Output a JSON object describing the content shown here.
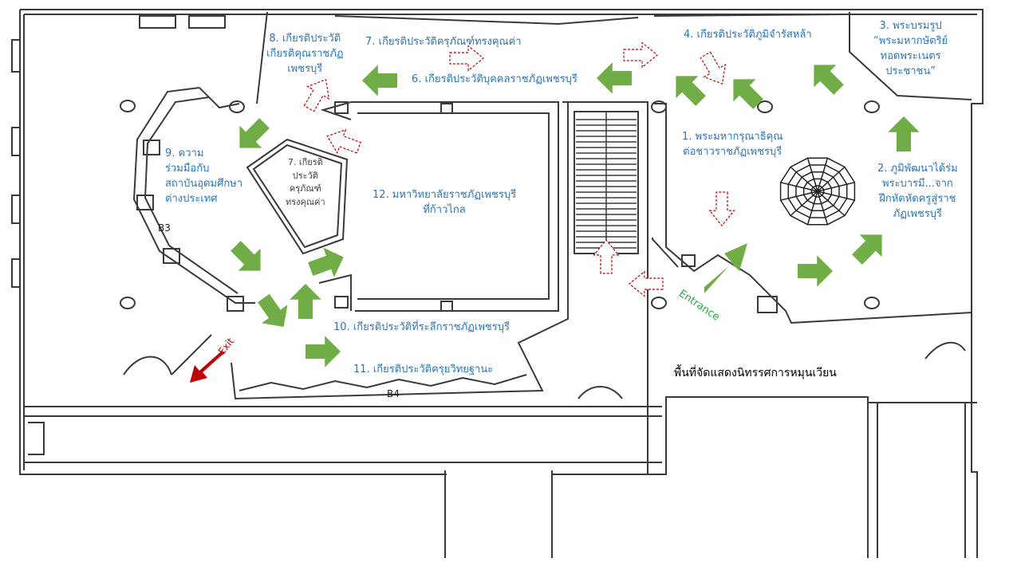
{
  "labels": {
    "z1": [
      "1. พระมหากรุณาธิคุณ",
      "ต่อชาวราชภัฏเพชรบุรี"
    ],
    "z2": [
      "2. ภูมิพัฒนาได้ร่ม",
      "พระบารมี...จาก",
      "ฝึกหัดหัดครูสู่ราช",
      "ภัฏเพชรบุรี"
    ],
    "z3": [
      "3. พระบรมรูป",
      "“พระมหากษัตริย์",
      "ทอดพระเนตร",
      "ประชาชน”"
    ],
    "z4": "4. เกียรติประวัติภูมิจำรัสหล้า",
    "z6": "6. เกียรติประวัติบุคคลราชภัฏเพชรบุรี",
    "z7": "7. เกียรติประวัติครุภัณฑ์ทรงคุณค่า",
    "z7b": [
      "7. เกียรติ",
      "ประวัติ",
      "ครุภัณฑ์",
      "ทรงคุณค่า"
    ],
    "z8": [
      "8. เกียรติประวัติ",
      "เกียรติคุณราชภัฏ",
      "เพชรบุรี"
    ],
    "z9": [
      "9. ความ",
      "ร่วมมือกับ",
      "สถาบันอุดมศึกษา",
      "ต่างประเทศ"
    ],
    "z10": "10. เกียรติประวัติที่ระลึกราชภัฏเพชรบุรี",
    "z11": "11. เกียรติประวัติครุยวิทยฐานะ",
    "z12": [
      "12. มหาวิทยาลัยราชภัฏเพชรบุรี",
      "ที่ก้าวไกล"
    ],
    "temp": "พื้นที่จัดแสดงนิทรรศการหมุนเวียน",
    "entrance": "Entrance",
    "exit": "Exit",
    "b3": "B3",
    "b4": "B4"
  },
  "colors": {
    "flow_arrow": "#70ad47",
    "dashed_arrow": "#c00000",
    "entrance_arrow": "#70ad47",
    "exit_arrow": "#c00000",
    "label_text": "#2e75b6",
    "entrance_text": "#27a844",
    "walls": "#3a3a3a"
  }
}
